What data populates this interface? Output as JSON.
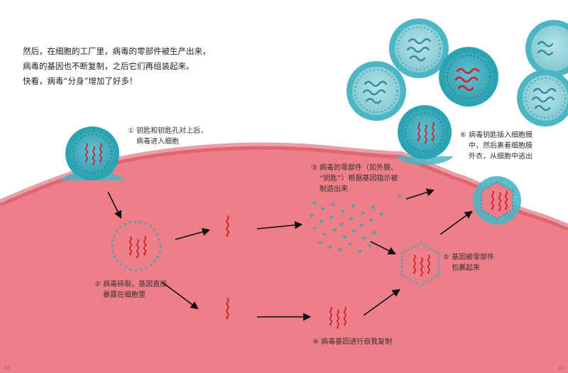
{
  "intro": {
    "line1": "然后，在细胞的工厂里，病毒的零部件被生产出来，",
    "line2": "病毒的基因也不断复制，之后它们再组装起来。",
    "line3": "快看，病毒“分身”增加了好多！"
  },
  "steps": [
    {
      "lines": [
        "① 钥匙和钥匙孔对上后，",
        "病毒进入细胞"
      ]
    },
    {
      "lines": [
        "② 病毒碎裂，基因直接",
        "暴露在细胞里"
      ]
    },
    {
      "lines": [
        "③ 病毒的零部件（如外膜、",
        "“钥匙”）根据基因指示被",
        "制造出来"
      ]
    },
    {
      "lines": [
        "④ 病毒基因进行自我复制"
      ]
    },
    {
      "lines": [
        "⑤ 基因被零部件",
        "包裹起来"
      ]
    },
    {
      "lines": [
        "⑥ 病毒钥匙插入细胞膜",
        "中，然后裹着细胞膜",
        "外衣，从细胞中逃出"
      ]
    }
  ],
  "page_numbers": {
    "left": "20",
    "right": "21"
  },
  "colors": {
    "cell": "#ee7e87",
    "cell_edge": "#d9505f",
    "virus": "#4bb6c4",
    "virus_light": "#a8dbe2",
    "gene": "#d31f2d",
    "arrow": "#111111"
  }
}
